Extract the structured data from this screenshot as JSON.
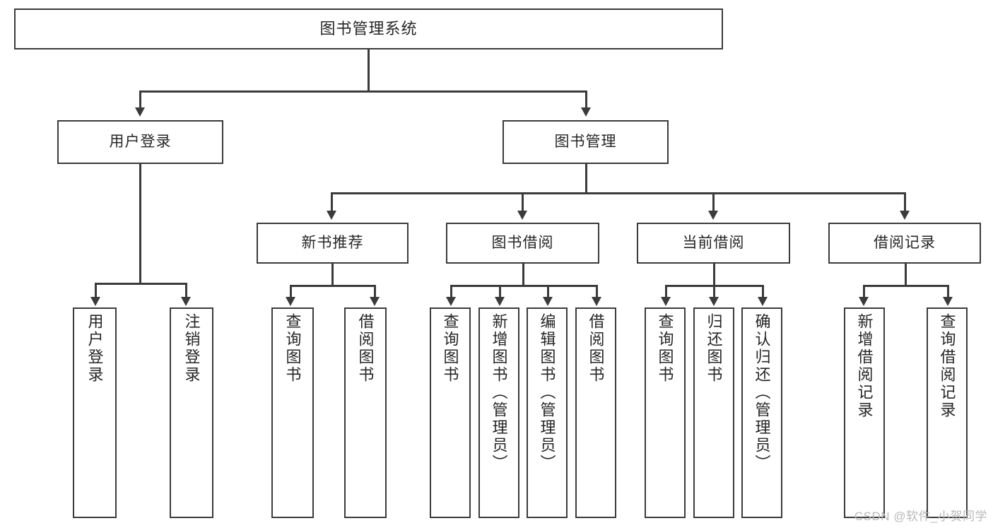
{
  "diagram": {
    "title": "图书管理系统",
    "type": "tree",
    "root": {
      "label": "图书管理系统"
    },
    "level2": [
      {
        "label": "用户登录"
      },
      {
        "label": "图书管理"
      }
    ],
    "level3": [
      {
        "label": "新书推荐"
      },
      {
        "label": "图书借阅"
      },
      {
        "label": "当前借阅"
      },
      {
        "label": "借阅记录"
      }
    ],
    "leaves": {
      "user_login": [
        {
          "label": "用户登录"
        },
        {
          "label": "注销登录"
        }
      ],
      "new_book": [
        {
          "label": "查询图书"
        },
        {
          "label": "借阅图书"
        }
      ],
      "book_borrow": [
        {
          "label": "查询图书"
        },
        {
          "label": "新增图书（管理员）"
        },
        {
          "label": "编辑图书（管理员）"
        },
        {
          "label": "借阅图书"
        }
      ],
      "current_borrow": [
        {
          "label": "查询图书"
        },
        {
          "label": "归还图书"
        },
        {
          "label": "确认归还（管理员）"
        }
      ],
      "borrow_record": [
        {
          "label": "新增借阅记录"
        },
        {
          "label": "查询借阅记录"
        }
      ]
    }
  },
  "watermark": {
    "text": "CSDN @软件_小贺同学"
  },
  "colors": {
    "stroke": "#3b3b3b",
    "text": "#262626",
    "background": "#ffffff",
    "watermark": "#b9b9b9"
  }
}
